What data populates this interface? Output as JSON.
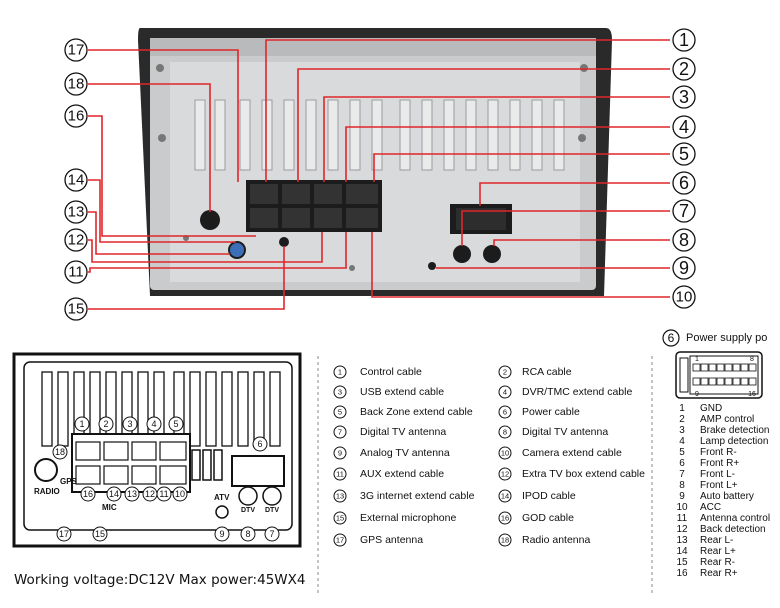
{
  "top_photo_callouts": [
    "1",
    "2",
    "3",
    "4",
    "5",
    "6",
    "7",
    "8",
    "9",
    "10",
    "11",
    "12",
    "13",
    "14",
    "15",
    "16",
    "17",
    "18"
  ],
  "diagram": {
    "connector_numbers_top": [
      "1",
      "2",
      "3",
      "4",
      "5"
    ],
    "connector_numbers_bottom": [
      "16",
      "14",
      "13",
      "12",
      "11",
      "10"
    ],
    "port_numbers": [
      "18",
      "17",
      "15",
      "9",
      "8",
      "7",
      "6"
    ],
    "labels": {
      "radio": "RADIO",
      "gps": "GPS",
      "mic": "MIC",
      "atv": "ATV",
      "dtv1": "DTV",
      "dtv2": "DTV"
    }
  },
  "legend": {
    "left": [
      {
        "num": "1",
        "label": "Control cable"
      },
      {
        "num": "3",
        "label": "USB extend cable"
      },
      {
        "num": "5",
        "label": "Back Zone extend cable"
      },
      {
        "num": "7",
        "label": "Digital TV antenna"
      },
      {
        "num": "9",
        "label": "Analog TV antenna"
      },
      {
        "num": "11",
        "label": "AUX extend cable"
      },
      {
        "num": "13",
        "label": "3G internet extend cable"
      },
      {
        "num": "15",
        "label": "External microphone"
      },
      {
        "num": "17",
        "label": "GPS antenna"
      }
    ],
    "right": [
      {
        "num": "2",
        "label": "RCA cable"
      },
      {
        "num": "4",
        "label": "DVR/TMC extend cable"
      },
      {
        "num": "6",
        "label": "Power cable"
      },
      {
        "num": "8",
        "label": "Digital TV antenna"
      },
      {
        "num": "10",
        "label": "Camera extend cable"
      },
      {
        "num": "12",
        "label": "Extra TV box extend cable"
      },
      {
        "num": "14",
        "label": "IPOD cable"
      },
      {
        "num": "16",
        "label": "GOD cable"
      },
      {
        "num": "18",
        "label": "Radio antenna"
      }
    ]
  },
  "power_supply": {
    "num": "6",
    "title": "Power supply po",
    "connector_pins": [
      "1",
      "8",
      "9",
      "16"
    ],
    "pins": [
      {
        "num": "1",
        "label": "GND"
      },
      {
        "num": "2",
        "label": "AMP control"
      },
      {
        "num": "3",
        "label": "Brake detection"
      },
      {
        "num": "4",
        "label": "Lamp detection"
      },
      {
        "num": "5",
        "label": "Front R-"
      },
      {
        "num": "6",
        "label": "Front R+"
      },
      {
        "num": "7",
        "label": "Front L-"
      },
      {
        "num": "8",
        "label": "Front L+"
      },
      {
        "num": "9",
        "label": "Auto battery"
      },
      {
        "num": "10",
        "label": "ACC"
      },
      {
        "num": "11",
        "label": "Antenna control"
      },
      {
        "num": "12",
        "label": "Back detection"
      },
      {
        "num": "13",
        "label": "Rear L-"
      },
      {
        "num": "14",
        "label": "Rear L+"
      },
      {
        "num": "15",
        "label": "Rear R-"
      },
      {
        "num": "16",
        "label": "Rear R+"
      }
    ]
  },
  "caption": "Working voltage:DC12V  Max power:45WX4"
}
